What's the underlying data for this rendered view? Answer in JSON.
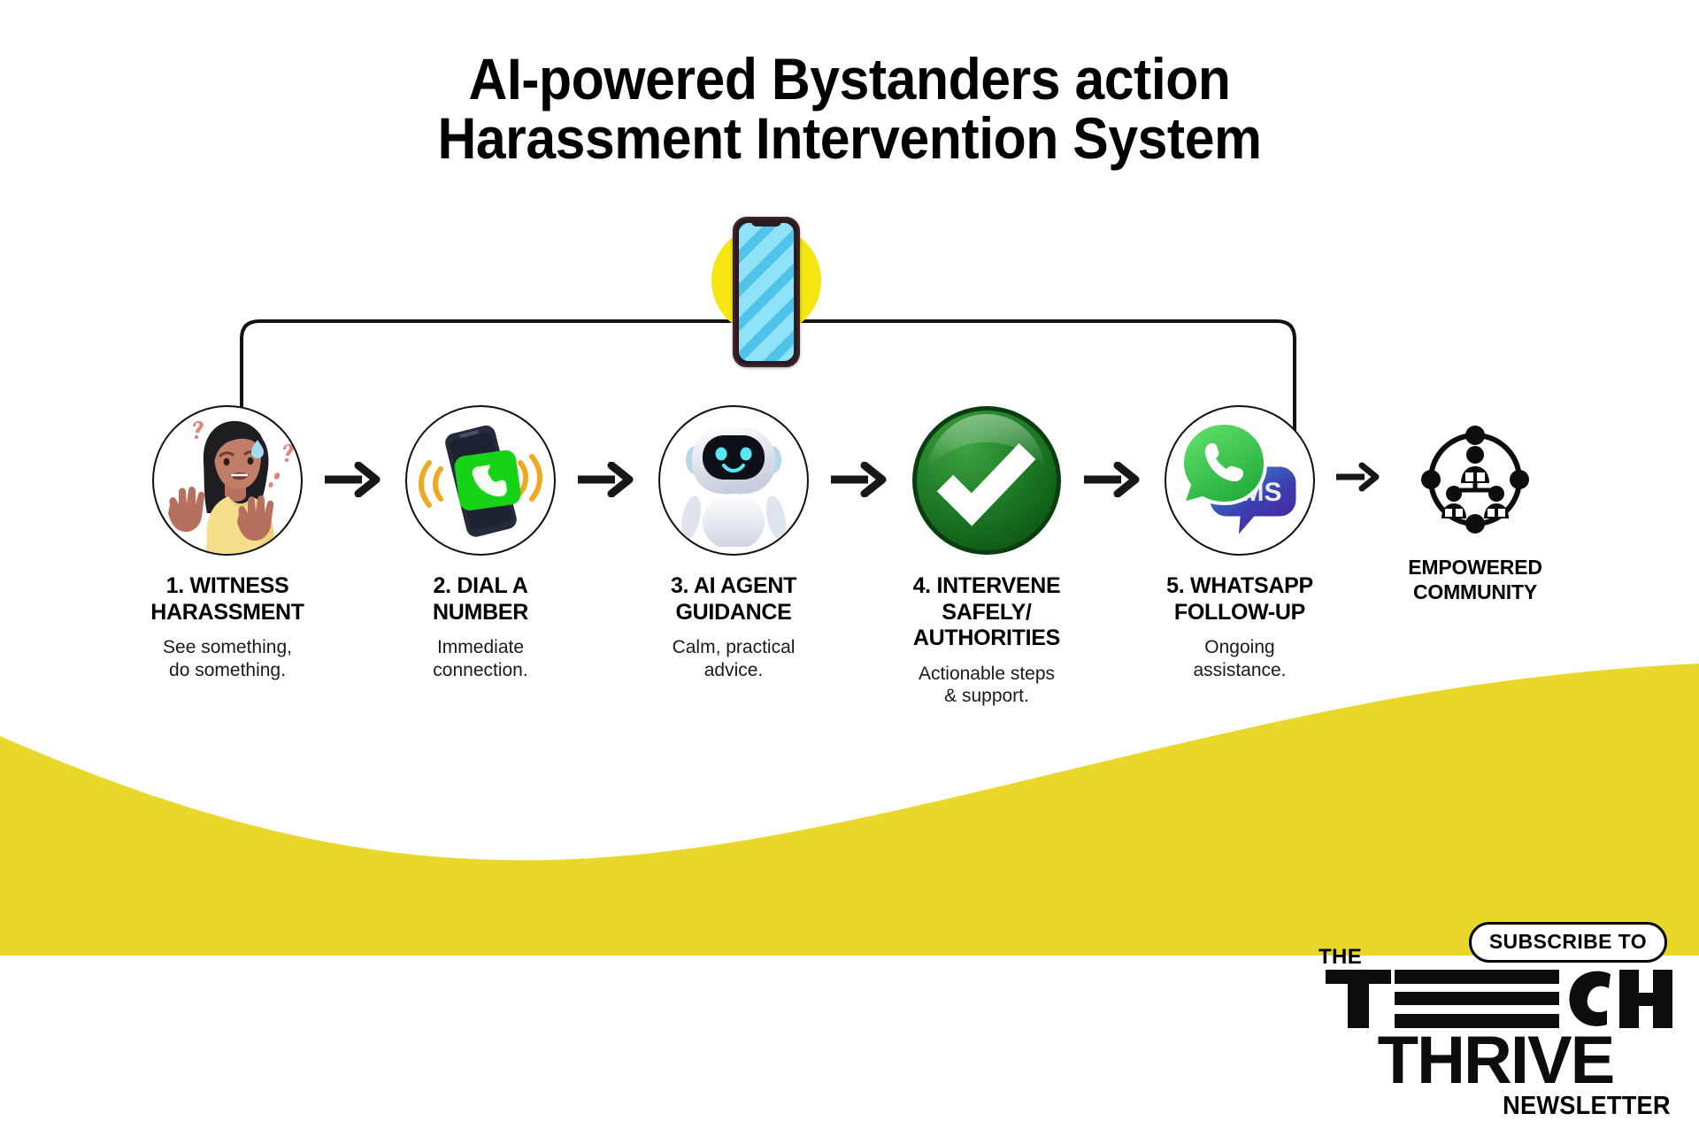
{
  "title": {
    "line1": "AI-powered Bystanders action",
    "line2": "Harassment Intervention System"
  },
  "hero": {
    "icon": "smartphone-icon",
    "halo_color": "#F5E511",
    "screen_color": "#8FE2F7"
  },
  "colors": {
    "brand_yellow": "#E9D72B",
    "accent_green": "#1DB954",
    "check_green": "#15621C",
    "whatsapp_green": "#25D366",
    "sms_blue": "#3D3FAE",
    "ink": "#000000"
  },
  "flow": {
    "steps": [
      {
        "icon": "distressed-woman-icon",
        "title": "1. WITNESS\nHARASSMENT",
        "desc": "See something,\ndo something."
      },
      {
        "icon": "ringing-phone-call-icon",
        "title": "2. DIAL A\nNUMBER",
        "desc": "Immediate\nconnection."
      },
      {
        "icon": "ai-robot-icon",
        "title": "3. AI AGENT\nGUIDANCE",
        "desc": "Calm, practical\nadvice."
      },
      {
        "icon": "green-checkmark-icon",
        "title": "4. INTERVENE\nSAFELY/\nAUTHORITIES",
        "desc": "Actionable steps\n& support."
      },
      {
        "icon": "whatsapp-sms-icon",
        "title": "5. WHATSAPP\nFOLLOW-UP",
        "desc": "Ongoing\nassistance."
      }
    ],
    "outcome": {
      "icon": "community-network-icon",
      "label": "EMPOWERED\nCOMMUNITY"
    },
    "arrow_icon": "arrow-right-icon",
    "connector": "bracket-connector"
  },
  "brand": {
    "subscribe_label": "SUBSCRIBE TO",
    "the": "THE",
    "tech": "TECH",
    "thrive": "THRIVE",
    "newsletter": "NEWSLETTER"
  }
}
